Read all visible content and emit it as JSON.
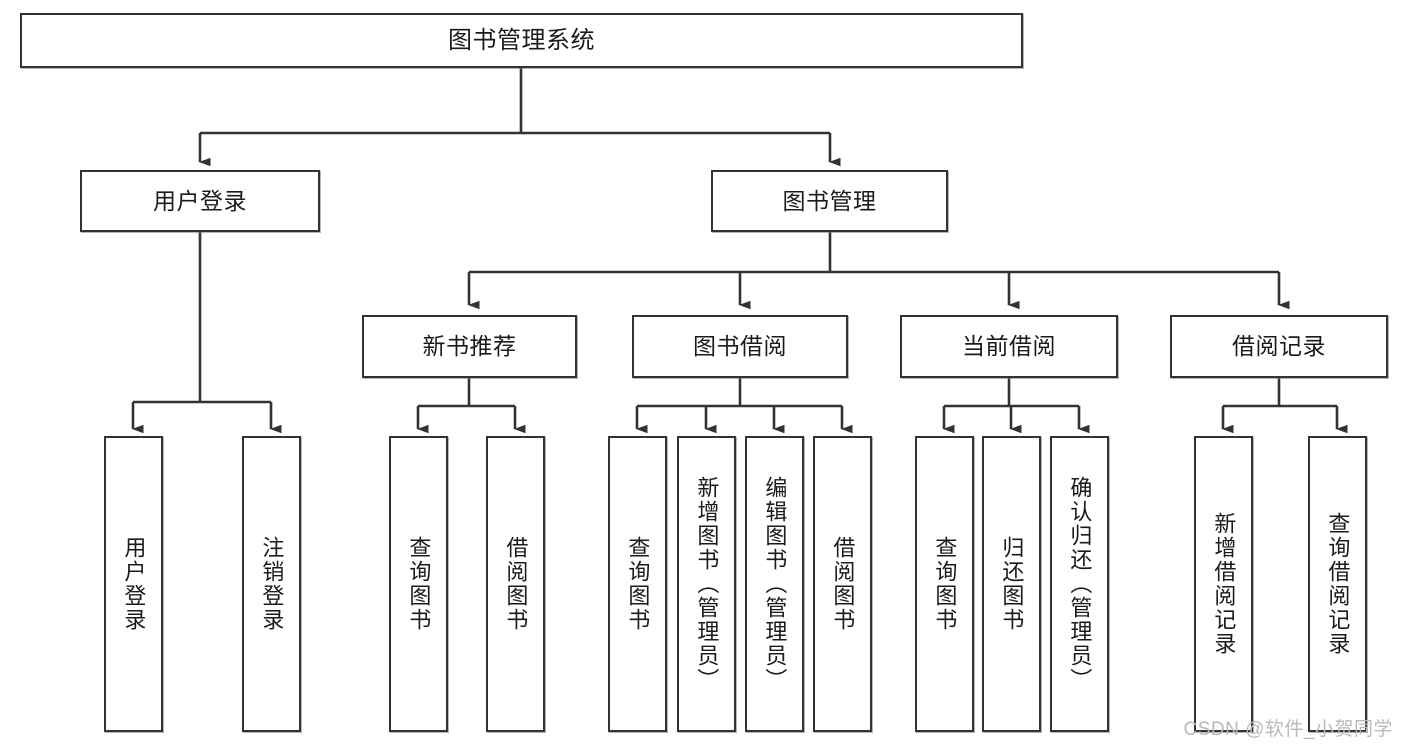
{
  "diagram": {
    "title": "图书管理系统",
    "type": "tree",
    "watermark": "CSDN @软件_小贺同学",
    "colors": {
      "box_border": "#333333",
      "box_fill": "#ffffff",
      "edge": "#333333",
      "text": "#1b1b1b",
      "watermark": "#b9b9b9"
    },
    "levels": {
      "root": {
        "label": "图书管理系统"
      },
      "level2": [
        {
          "label": "用户登录"
        },
        {
          "label": "图书管理"
        }
      ],
      "level3": [
        {
          "label": "新书推荐"
        },
        {
          "label": "图书借阅"
        },
        {
          "label": "当前借阅"
        },
        {
          "label": "借阅记录"
        }
      ],
      "leaves": {
        "user_login": [
          {
            "label": "用户登录"
          },
          {
            "label": "注销登录"
          }
        ],
        "new_book_recommend": [
          {
            "label": "查询图书"
          },
          {
            "label": "借阅图书"
          }
        ],
        "book_borrow": [
          {
            "label": "查询图书"
          },
          {
            "label": "新增图书（管理员）"
          },
          {
            "label": "编辑图书（管理员）"
          },
          {
            "label": "借阅图书"
          }
        ],
        "current_borrow": [
          {
            "label": "查询图书"
          },
          {
            "label": "归还图书"
          },
          {
            "label": "确认归还（管理员）"
          }
        ],
        "borrow_record": [
          {
            "label": "新增借阅记录"
          },
          {
            "label": "查询借阅记录"
          }
        ]
      }
    }
  }
}
